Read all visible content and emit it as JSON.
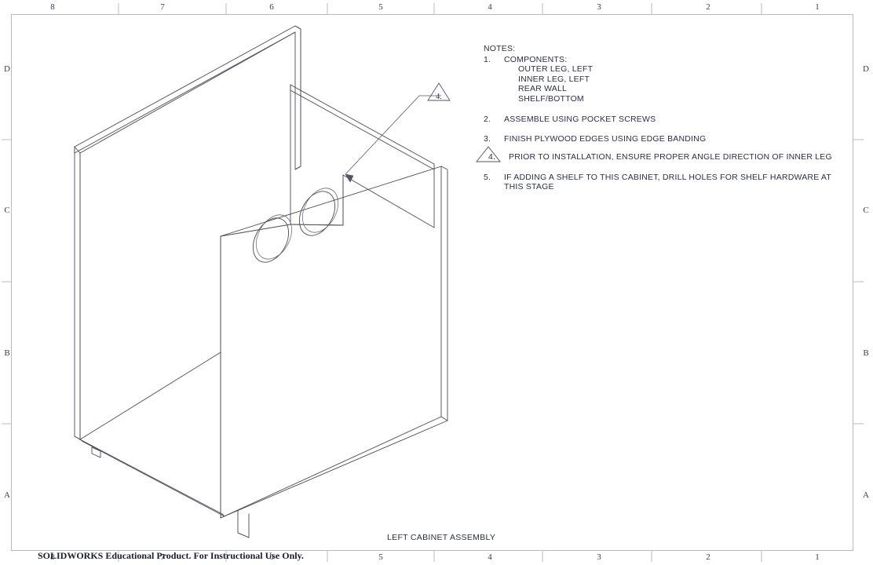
{
  "sheet": {
    "view_title": "LEFT CABINET ASSEMBLY",
    "watermark": "SOLIDWORKS Educational Product. For Instructional Use Only.",
    "zone_numbers_top": [
      "8",
      "7",
      "6",
      "5",
      "4",
      "3",
      "2",
      "1"
    ],
    "zone_numbers_bottom": [
      "8",
      "7",
      "6",
      "5",
      "4",
      "3",
      "2",
      "1"
    ],
    "zone_letters_left": [
      "D",
      "C",
      "B",
      "A"
    ],
    "zone_letters_right": [
      "D",
      "C",
      "B",
      "A"
    ]
  },
  "notes": {
    "heading": "NOTES:",
    "items": [
      {
        "number": "1.",
        "text": "COMPONENTS:",
        "sub_items": [
          "OUTER LEG, LEFT",
          "INNER LEG, LEFT",
          "REAR WALL",
          "SHELF/BOTTOM"
        ]
      },
      {
        "number": "2.",
        "text": "ASSEMBLE USING POCKET SCREWS"
      },
      {
        "number": "3.",
        "text": "FINISH PLYWOOD EDGES USING EDGE BANDING"
      },
      {
        "number": "4.",
        "text": "PRIOR TO INSTALLATION, ENSURE PROPER ANGLE DIRECTION OF INNER LEG",
        "flagged": true
      },
      {
        "number": "5.",
        "text": "IF ADDING A SHELF TO THIS CABINET, DRILL HOLES FOR SHELF HARDWARE AT THIS STAGE"
      }
    ]
  },
  "callout": {
    "label": "4."
  },
  "colors": {
    "line": "#4a4a58",
    "frame": "#b9b9c4",
    "text": "#2e2e45",
    "background": "#ffffff"
  }
}
